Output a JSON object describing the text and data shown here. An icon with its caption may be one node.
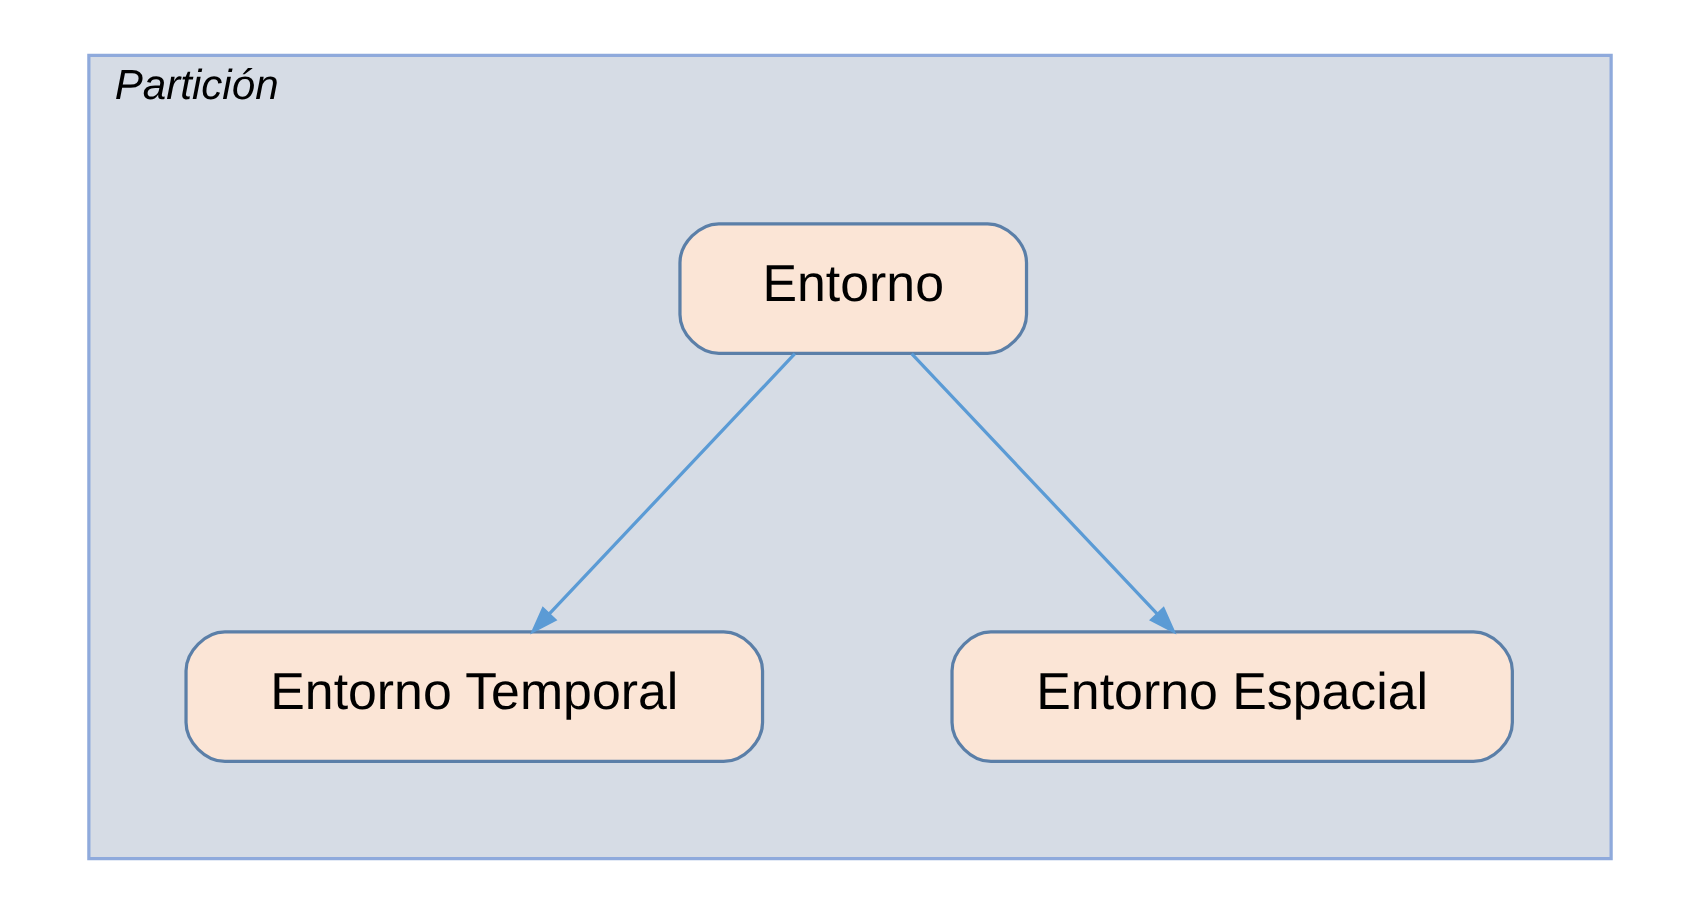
{
  "diagram": {
    "nodes": [
      {
        "text": [
          "Partición"
        ]
      },
      {
        "text": [
          "Entorno"
        ],
        "in": 0
      },
      {
        "text": [
          "Entorno Temporal"
        ],
        "in": 0
      },
      {
        "text": [
          "Entorno Espacial"
        ],
        "in": 0
      }
    ],
    "edges": [
      {
        "from": 1,
        "to": 2,
        "arrow": "to"
      },
      {
        "from": 1,
        "to": 3,
        "arrow": "to"
      }
    ]
  }
}
